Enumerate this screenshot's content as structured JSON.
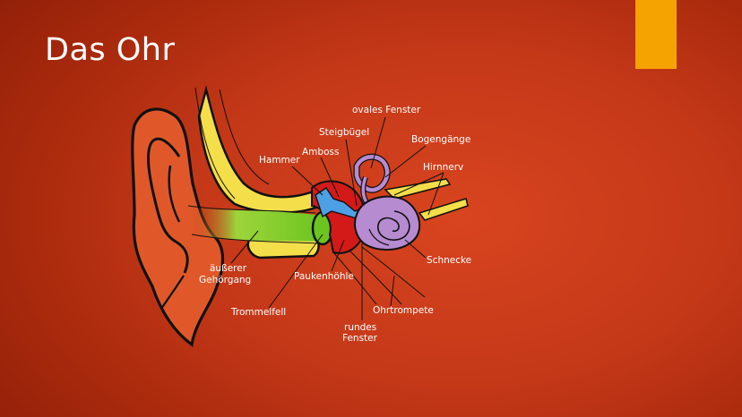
{
  "slide": {
    "title": "Das Ohr",
    "accent_color": "#f5a300",
    "background_color": "#c43818"
  },
  "diagram": {
    "labels": {
      "ovales_fenster": "ovales Fenster",
      "steigbuegel": "Steigbügel",
      "bogengaenge": "Bogengänge",
      "amboss": "Amboss",
      "hammer": "Hammer",
      "hirnnerv": "Hirnnerv",
      "aeusserer_1": "äußerer",
      "aeusserer_2": "Gehörgang",
      "paukenhoehle": "Paukenhöhle",
      "schnecke": "Schnecke",
      "trommelfell": "Trommelfell",
      "ohrtrompete": "Ohrtrompete",
      "rundes_1": "rundes",
      "rundes_2": "Fenster"
    }
  }
}
